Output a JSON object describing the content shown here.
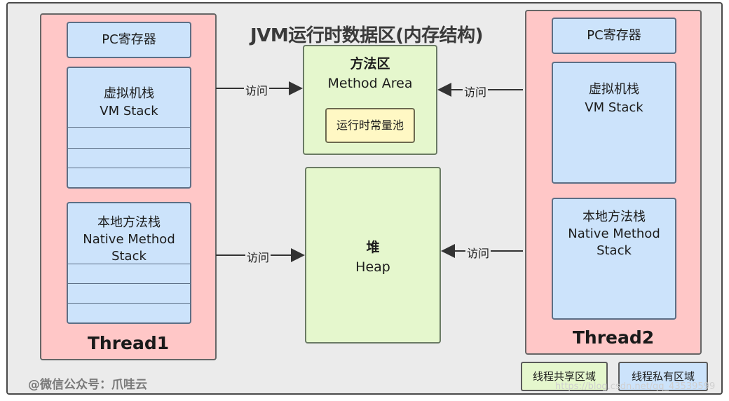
{
  "title": "JVM运行时数据区(内存结构)",
  "thread1": {
    "label": "Thread1",
    "pc": "PC寄存器",
    "vm_stack": {
      "line1": "虚拟机栈",
      "line2": "VM Stack"
    },
    "native_stack": {
      "line1": "本地方法栈",
      "line2": "Native Method",
      "line3": "Stack"
    }
  },
  "thread2": {
    "label": "Thread2",
    "pc": "PC寄存器",
    "vm_stack": {
      "line1": "虚拟机栈",
      "line2": "VM Stack"
    },
    "native_stack": {
      "line1": "本地方法栈",
      "line2": "Native Method",
      "line3": "Stack"
    }
  },
  "method_area": {
    "line1": "方法区",
    "line2": "Method Area",
    "pool": "运行时常量池"
  },
  "heap": {
    "line1": "堆",
    "line2": "Heap"
  },
  "arrows": {
    "t1_method": "访问",
    "t1_heap": "访问",
    "t2_method": "访问",
    "t2_heap": "访问"
  },
  "legend": {
    "shared": "线程共享区域",
    "private": "线程私有区域"
  },
  "watermark": {
    "wechat": "@微信公众号：爪哇云",
    "csdn": "https://blog.csdn.net/qq_43539599"
  },
  "colors": {
    "thread_bg": "#ffc7c7",
    "private_bg": "#cce3fb",
    "shared_bg": "#e5f7cd",
    "pool_bg": "#fff8c4",
    "frame_bg": "#ebebeb"
  }
}
